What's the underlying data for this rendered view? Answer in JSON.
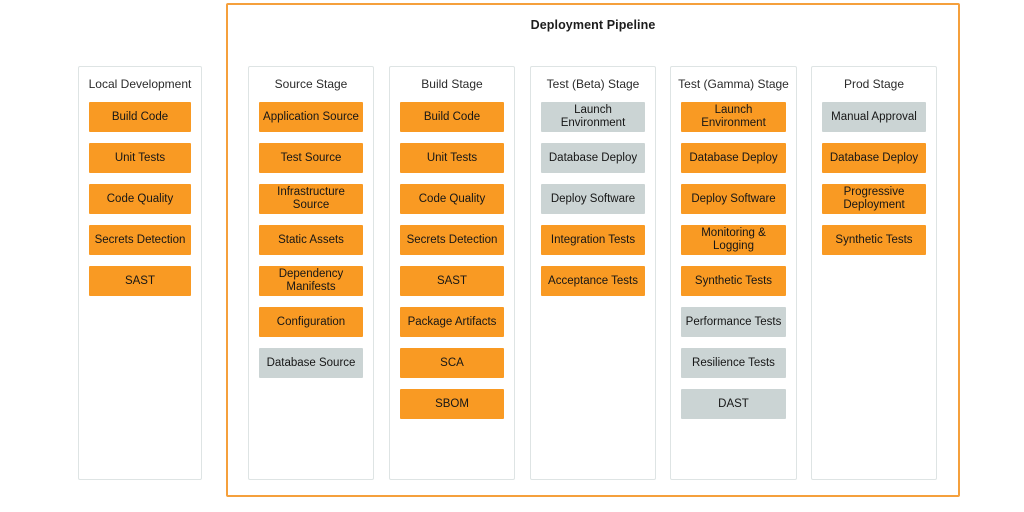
{
  "pipeline": {
    "title": "Deployment Pipeline",
    "border_color": "#F5A03C"
  },
  "legend_colors": {
    "orange": "#F99A23",
    "gray": "#CBD4D4",
    "card_border": "#DEE4E4",
    "background": "#FFFFFF"
  },
  "columns": [
    {
      "id": "local-development",
      "header": "Local Development",
      "in_pipeline": false,
      "items": [
        {
          "label": "Build Code",
          "color": "orange"
        },
        {
          "label": "Unit Tests",
          "color": "orange"
        },
        {
          "label": "Code Quality",
          "color": "orange"
        },
        {
          "label": "Secrets Detection",
          "color": "orange"
        },
        {
          "label": "SAST",
          "color": "orange"
        }
      ]
    },
    {
      "id": "source-stage",
      "header": "Source Stage",
      "in_pipeline": true,
      "items": [
        {
          "label": "Application Source",
          "color": "orange"
        },
        {
          "label": "Test Source",
          "color": "orange"
        },
        {
          "label": "Infrastructure Source",
          "color": "orange"
        },
        {
          "label": "Static Assets",
          "color": "orange"
        },
        {
          "label": "Dependency Manifests",
          "color": "orange"
        },
        {
          "label": "Configuration",
          "color": "orange"
        },
        {
          "label": "Database Source",
          "color": "gray"
        }
      ]
    },
    {
      "id": "build-stage",
      "header": "Build Stage",
      "in_pipeline": true,
      "items": [
        {
          "label": "Build Code",
          "color": "orange"
        },
        {
          "label": "Unit Tests",
          "color": "orange"
        },
        {
          "label": "Code Quality",
          "color": "orange"
        },
        {
          "label": "Secrets Detection",
          "color": "orange"
        },
        {
          "label": "SAST",
          "color": "orange"
        },
        {
          "label": "Package Artifacts",
          "color": "orange"
        },
        {
          "label": "SCA",
          "color": "orange"
        },
        {
          "label": "SBOM",
          "color": "orange"
        }
      ]
    },
    {
      "id": "test-beta-stage",
      "header": "Test (Beta) Stage",
      "in_pipeline": true,
      "items": [
        {
          "label": "Launch Environment",
          "color": "gray"
        },
        {
          "label": "Database Deploy",
          "color": "gray"
        },
        {
          "label": "Deploy Software",
          "color": "gray"
        },
        {
          "label": "Integration Tests",
          "color": "orange"
        },
        {
          "label": "Acceptance Tests",
          "color": "orange"
        }
      ]
    },
    {
      "id": "test-gamma-stage",
      "header": "Test (Gamma) Stage",
      "in_pipeline": true,
      "items": [
        {
          "label": "Launch Environment",
          "color": "orange"
        },
        {
          "label": "Database Deploy",
          "color": "orange"
        },
        {
          "label": "Deploy Software",
          "color": "orange"
        },
        {
          "label": "Monitoring & Logging",
          "color": "orange"
        },
        {
          "label": "Synthetic Tests",
          "color": "orange"
        },
        {
          "label": "Performance Tests",
          "color": "gray"
        },
        {
          "label": "Resilience Tests",
          "color": "gray"
        },
        {
          "label": "DAST",
          "color": "gray"
        }
      ]
    },
    {
      "id": "prod-stage",
      "header": "Prod Stage",
      "in_pipeline": true,
      "items": [
        {
          "label": "Manual Approval",
          "color": "gray"
        },
        {
          "label": "Database Deploy",
          "color": "orange"
        },
        {
          "label": "Progressive Deployment",
          "color": "orange"
        },
        {
          "label": "Synthetic Tests",
          "color": "orange"
        }
      ]
    }
  ]
}
